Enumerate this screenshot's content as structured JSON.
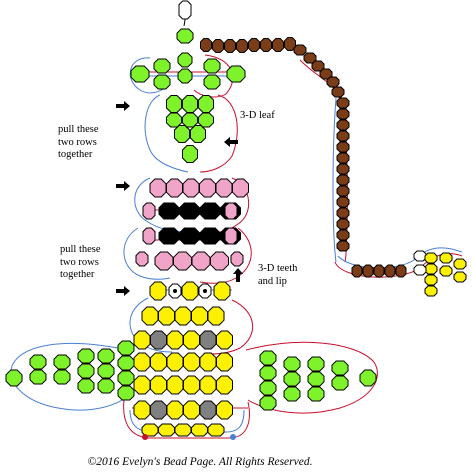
{
  "labels": {
    "leaf": "3-D leaf",
    "pull_top": "pull these\ntwo rows\ntogether",
    "pull_bottom": "pull these\ntwo rows\ntogether",
    "teeth": "3-D teeth\nand lip"
  },
  "copyright": "©2016 Evelyn's Bead Page. All Rights Reserved.",
  "colors": {
    "green": "#7ef22a",
    "yellow": "#fdf103",
    "pink": "#f0a4c8",
    "black": "#000000",
    "gray": "#808080",
    "brown": "#7b3c18",
    "white": "#ffffff",
    "thread_red": "#c8102e",
    "thread_blue": "#4a7fd4"
  }
}
